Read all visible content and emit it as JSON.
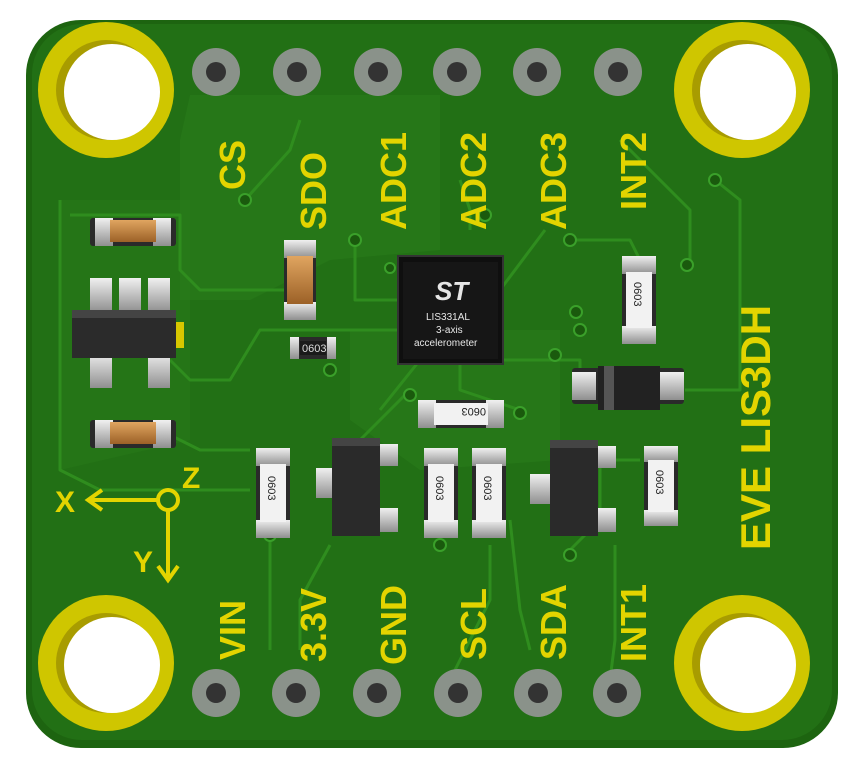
{
  "board": {
    "name": "EVE LIS3DH",
    "colors": {
      "pcb": "#1f6b12",
      "pcb_light": "#2f8a1e",
      "silkscreen": "#e3d400",
      "pad_gold": "#d9cf00",
      "pad_silver": "#9aa39a",
      "ic_body": "#111111",
      "cap_body": "#c98a42"
    },
    "top_pins": [
      "CS",
      "SDO",
      "ADC1",
      "ADC2",
      "ADC3",
      "INT2"
    ],
    "bottom_pins": [
      "VIN",
      "3.3V",
      "GND",
      "SCL",
      "SDA",
      "INT1"
    ],
    "axes": {
      "x": "X",
      "y": "Y",
      "z": "Z"
    },
    "chip": {
      "logo": "ST",
      "line1": "LIS331AL",
      "line2": "3-axis",
      "line3": "accelerometer"
    },
    "resistor_code": "0603",
    "small_code": "0603",
    "icons": [
      "mounting-hole",
      "st-logo-icon"
    ]
  }
}
